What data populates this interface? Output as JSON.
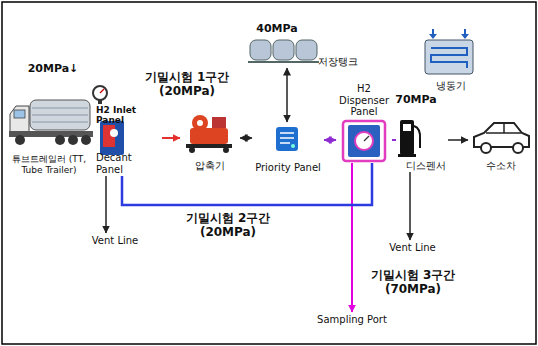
{
  "diagram": {
    "nodes": [
      {
        "text": [
          "튜브트레일러 (TT, Tube Trailer)"
        ]
      },
      {
        "text": [
          "H2 Inlet Panel",
          "Decant Panel"
        ]
      },
      {
        "text": [
          "압축기"
        ]
      },
      {
        "text": [
          "저장탱크"
        ]
      },
      {
        "text": [
          "Priority Panel"
        ]
      },
      {
        "text": [
          "H2 Dispenser Panel"
        ]
      },
      {
        "text": [
          "디스펜서"
        ]
      },
      {
        "text": [
          "냉동기"
        ]
      },
      {
        "text": [
          "수소차"
        ]
      },
      {
        "text": [
          "Vent Line"
        ]
      },
      {
        "text": [
          "Vent Line"
        ]
      },
      {
        "text": [
          "Sampling Port"
        ]
      }
    ],
    "edges": [
      {
        "from": 1,
        "to": 2,
        "arrow": "to"
      },
      {
        "from": 2,
        "to": 4,
        "arrow": "both"
      },
      {
        "from": 4,
        "to": 3,
        "arrow": "both"
      },
      {
        "from": 4,
        "to": 5,
        "arrow": "both"
      },
      {
        "from": 5,
        "to": 6,
        "arrow": "none"
      },
      {
        "from": 6,
        "to": 8,
        "arrow": "to"
      },
      {
        "from": 1,
        "to": 9,
        "arrow": "to"
      },
      {
        "from": 6,
        "to": 10,
        "arrow": "to"
      },
      {
        "from": 5,
        "to": 11,
        "arrow": "to"
      },
      {
        "from": 1,
        "to": 5,
        "arrow": "none",
        "label": "기밀시험 2구간 (20MPa)"
      }
    ],
    "labels": [
      "20MPa↓",
      "기밀시험 1구간 (20MPa)",
      "40MPa",
      "70MPa",
      "기밀시험 3구간 (70MPa)"
    ]
  }
}
